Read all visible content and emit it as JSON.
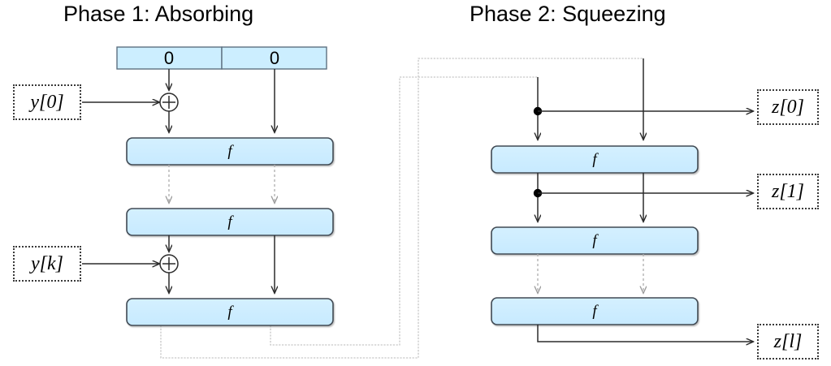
{
  "figure": {
    "kind": "sponge-construction-diagram",
    "background": "#ffffff"
  },
  "colors": {
    "box_fill": "#cceeff",
    "box_stroke": "#3f4a52",
    "solid_line": "#2b2b2b",
    "dashed_line": "#b0b0b0",
    "feedback_line": "#c8c8c8",
    "text": "#000000"
  },
  "phases": [
    {
      "id": "phase1",
      "title": "Phase 1: Absorbing"
    },
    {
      "id": "phase2",
      "title": "Phase 2: Squeezing"
    }
  ],
  "state_register": {
    "cells": [
      {
        "id": "rate",
        "value": "0"
      },
      {
        "id": "capacity",
        "value": "0"
      }
    ]
  },
  "permutation_label": "f",
  "phase1": {
    "f_blocks": [
      {
        "id": "p1-f1",
        "label": "f"
      },
      {
        "id": "p1-f2",
        "label": "f"
      },
      {
        "id": "p1-f3",
        "label": "f"
      }
    ],
    "xor_nodes": [
      {
        "id": "xor-0",
        "glyph": "+"
      },
      {
        "id": "xor-k",
        "glyph": "+"
      }
    ],
    "inputs": [
      {
        "id": "y0",
        "base": "y",
        "index": "[0]"
      },
      {
        "id": "yk",
        "base": "y",
        "index": "[k]"
      }
    ]
  },
  "phase2": {
    "f_blocks": [
      {
        "id": "p2-f1",
        "label": "f"
      },
      {
        "id": "p2-f2",
        "label": "f"
      },
      {
        "id": "p2-f3",
        "label": "f"
      }
    ],
    "tap_nodes": [
      {
        "id": "tap-z0"
      },
      {
        "id": "tap-z1"
      }
    ],
    "outputs": [
      {
        "id": "z0",
        "base": "z",
        "index": "[0]"
      },
      {
        "id": "z1",
        "base": "z",
        "index": "[1]"
      },
      {
        "id": "zl",
        "base": "z",
        "index": "[l]"
      }
    ]
  },
  "ellipsis_links": {
    "note": "dashed vertical connectors indicate repeated rounds"
  }
}
